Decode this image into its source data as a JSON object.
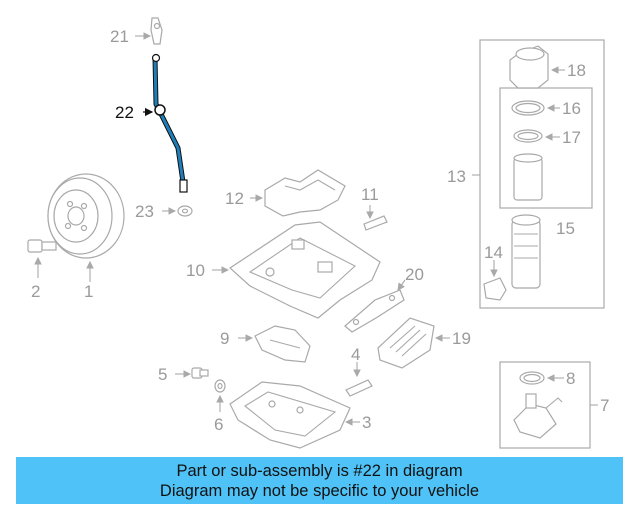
{
  "callouts": {
    "c1": "1",
    "c2": "2",
    "c3": "3",
    "c4": "4",
    "c5": "5",
    "c6": "6",
    "c7": "7",
    "c8": "8",
    "c9": "9",
    "c10": "10",
    "c11": "11",
    "c12": "12",
    "c13": "13",
    "c14": "14",
    "c15": "15",
    "c16": "16",
    "c17": "17",
    "c19": "19",
    "c20": "20",
    "c21": "21",
    "c22": "22",
    "c23": "23"
  },
  "highlight": {
    "part_number": "22",
    "color": "#1e7fb8"
  },
  "banner": {
    "line1": "Part or sub-assembly is #22 in diagram",
    "line2": "Diagram may not be specific to your vehicle",
    "color": "#4fc3f7"
  }
}
